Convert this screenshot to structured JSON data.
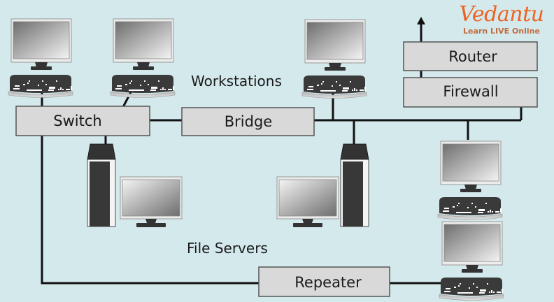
{
  "brand": {
    "name": "Vedantu",
    "tagline": "Learn LIVE Online",
    "color": "#ee6322"
  },
  "labels": {
    "workstations": "Workstations",
    "file_servers": "File Servers"
  },
  "devices": {
    "switch": "Switch",
    "bridge": "Bridge",
    "router": "Router",
    "firewall": "Firewall",
    "repeater": "Repeater"
  },
  "colors": {
    "background": "#d4e9ec",
    "device_box": "#d9d9d9",
    "wire": "#111111"
  }
}
